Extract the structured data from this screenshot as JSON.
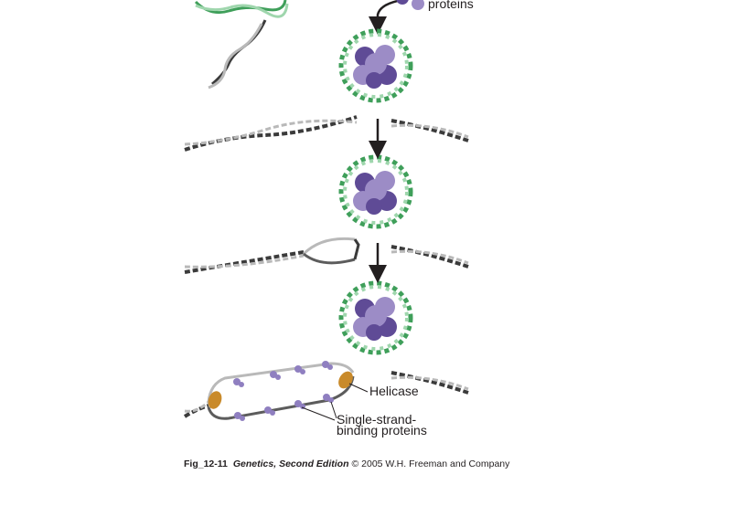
{
  "labels": {
    "proteins": "proteins",
    "helicase": "Helicase",
    "ssb_line1": "Single-strand-",
    "ssb_line2": "binding proteins"
  },
  "caption": {
    "figure_id": "Fig_12-11",
    "book_title": "Genetics, Second Edition",
    "credit": "© 2005 W.H. Freeman and Company"
  },
  "colors": {
    "dna_dark": "#3b3b3b",
    "dna_light": "#b9b9b9",
    "dna_wrap_green": "#3f9f5a",
    "dna_wrap_light_green": "#9fd6ad",
    "histone_dark": "#5f4b96",
    "histone_light": "#9c8cc6",
    "helicase": "#c98a2a",
    "ssb_protein": "#8f7fc0",
    "arrow": "#231f20"
  }
}
